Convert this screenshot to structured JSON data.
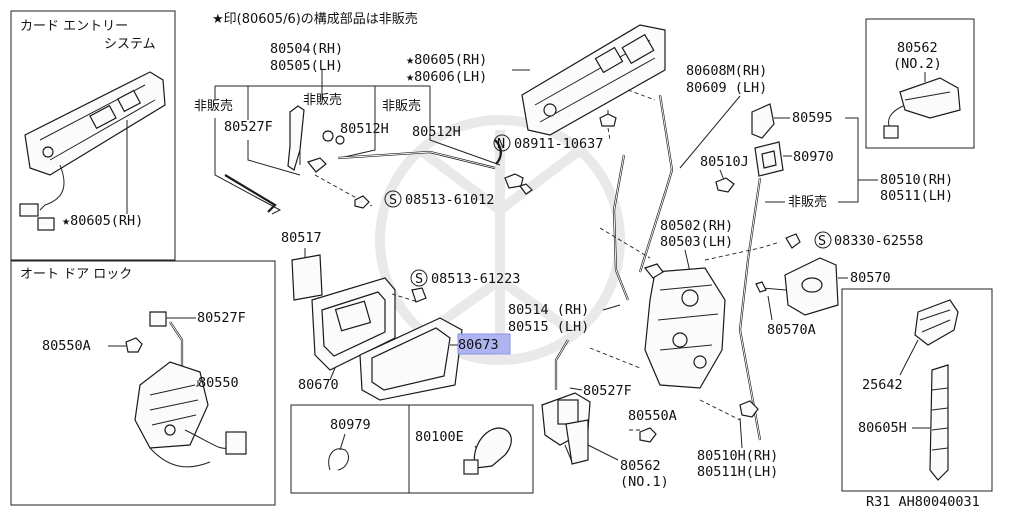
{
  "header_note": "★印(80605/6)の構成部品は非販売",
  "panels": {
    "card_entry": "カード エントリー",
    "card_entry_sub": "システム",
    "auto_door_lock": "オート ドア ロック"
  },
  "labels": {
    "p80605_rh_inset": "★80605(RH)",
    "p80504": "80504(RH)",
    "p80505": "80505(LH)",
    "not_sold_1": "非販売",
    "not_sold_2": "非販売",
    "not_sold_3": "非販売",
    "not_sold_4": "非販売",
    "p80527f_top": "80527F",
    "p80512h_a": "80512H",
    "p80512h_b": "80512H",
    "s08513_61012": "08513-61012",
    "s08513_61223": "08513-61223",
    "p80517": "80517",
    "p80670": "80670",
    "p80673": "80673",
    "p80605_rh": "★80605(RH)",
    "p80606_lh": "★80606(LH)",
    "n08911_10637": "08911-10637",
    "p80608m": "80608M(RH)",
    "p80609": "80609 (LH)",
    "p80510j": "80510J",
    "p80595": "80595",
    "p80970": "80970",
    "p80510": "80510(RH)",
    "p80511": "80511(LH)",
    "p80502": "80502(RH)",
    "p80503": "80503(LH)",
    "s08330_62558": "08330-62558",
    "p80570": "80570",
    "p80570a": "80570A",
    "p80514": "80514 (RH)",
    "p80515": "80515 (LH)",
    "p80527f_mid": "80527F",
    "p80550a_mid": "80550A",
    "p80510h": "80510H(RH)",
    "p80511h": "80511H(LH)",
    "p80562_n1": "80562",
    "p80562_n1_sub": "(NO.1)",
    "p80562_n2": "80562",
    "p80562_n2_sub": "(NO.2)",
    "p80527f_left": "80527F",
    "p80550a_left": "80550A",
    "p80550": "80550",
    "p80979": "80979",
    "p80100e": "80100E",
    "p25642": "25642",
    "p80605h": "80605H",
    "footer_code": "R31  AH80040031"
  },
  "symbols": {
    "circle_s": "S",
    "circle_n": "N"
  },
  "colors": {
    "highlight": "#aeb4f2",
    "line": "#222222",
    "background": "#ffffff"
  }
}
